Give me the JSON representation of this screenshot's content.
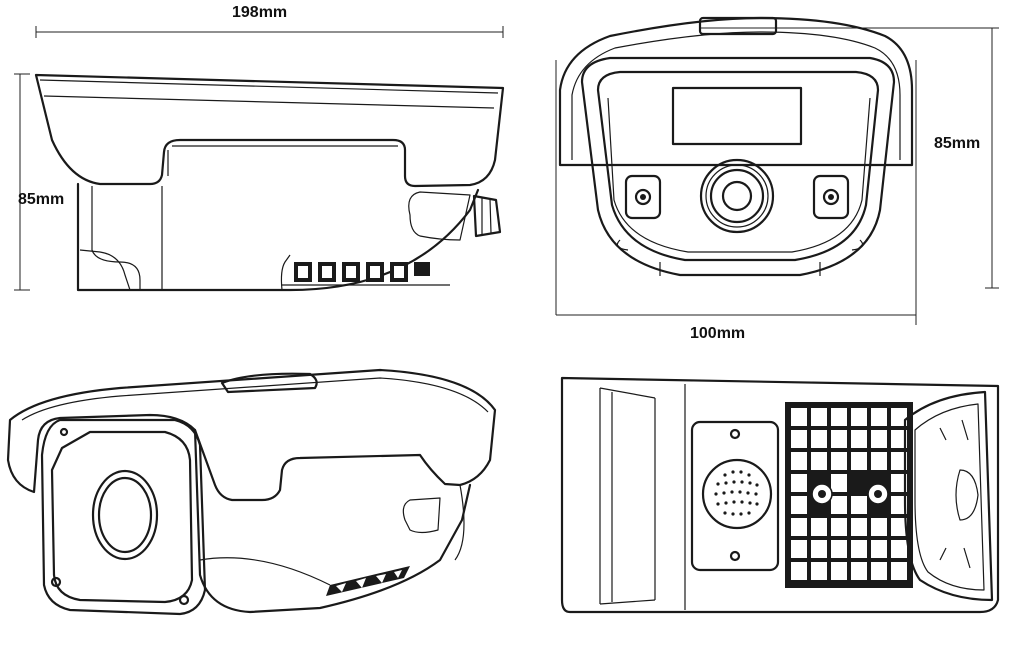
{
  "dimensions": {
    "width_top": "198mm",
    "height_side": "85mm",
    "height_front": "85mm",
    "width_front": "100mm"
  },
  "views": [
    "side-view",
    "front-view",
    "perspective-view",
    "bottom-view"
  ]
}
